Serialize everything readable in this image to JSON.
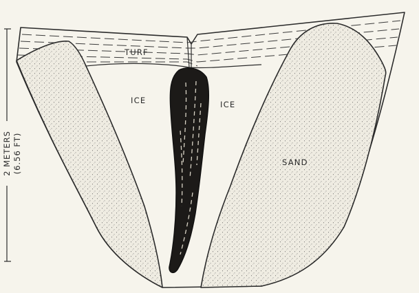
{
  "labels": {
    "turf": "TURF",
    "ice_left": "ICE",
    "ice_right": "ICE",
    "sand": "SAND"
  },
  "scale_bar": {
    "line1": "2 METERS",
    "line2": "(6.56 FT)"
  },
  "colors": {
    "background": "#f6f4ec",
    "ink": "#2b2b2b",
    "sand_fill": "#efece2",
    "organic_fill": "#1c1a18"
  }
}
